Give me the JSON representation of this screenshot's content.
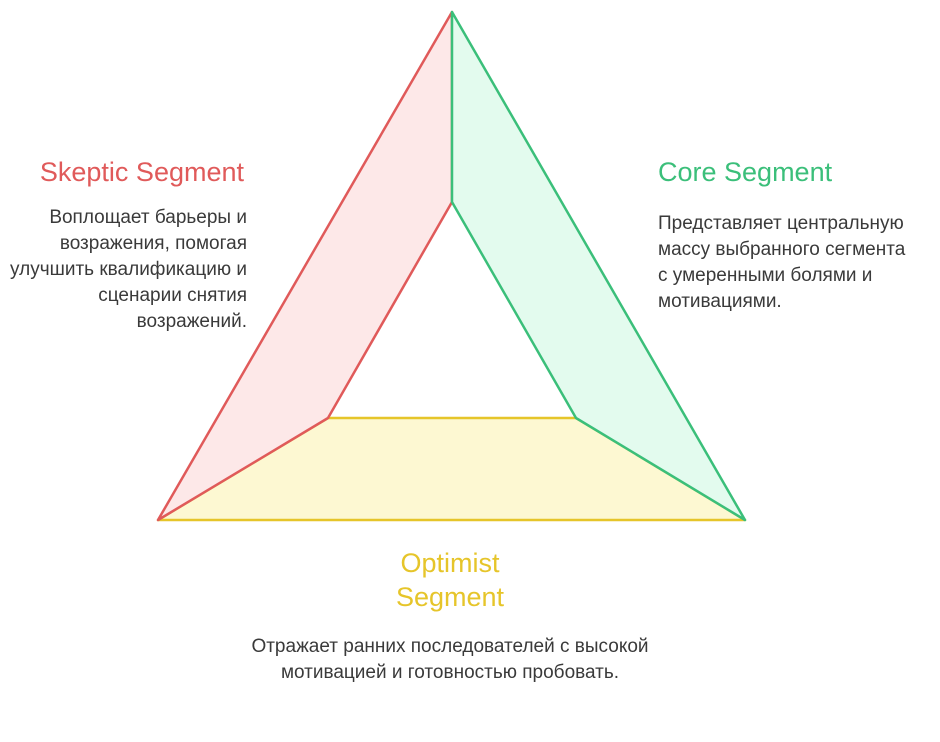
{
  "colors": {
    "skeptic_stroke": "#e05a5a",
    "skeptic_fill": "#fde8e8",
    "core_stroke": "#3bbf7a",
    "core_fill": "#e3fbee",
    "optimist_stroke": "#e6c52a",
    "optimist_fill": "#fdf8d2",
    "desc_text": "#3a3a3a"
  },
  "segments": {
    "skeptic": {
      "title": "Skeptic Segment",
      "description": "Воплощает барьеры и возражения, помогая улучшить квалификацию и сценарии снятия возражений."
    },
    "core": {
      "title": "Core Segment",
      "description": "Представляет центральную массу выбранного сегмента с умеренными болями и мотивациями."
    },
    "optimist": {
      "title": "Optimist Segment",
      "description": "Отражает ранних последователей с высокой мотивацией и готовностью пробовать."
    }
  }
}
